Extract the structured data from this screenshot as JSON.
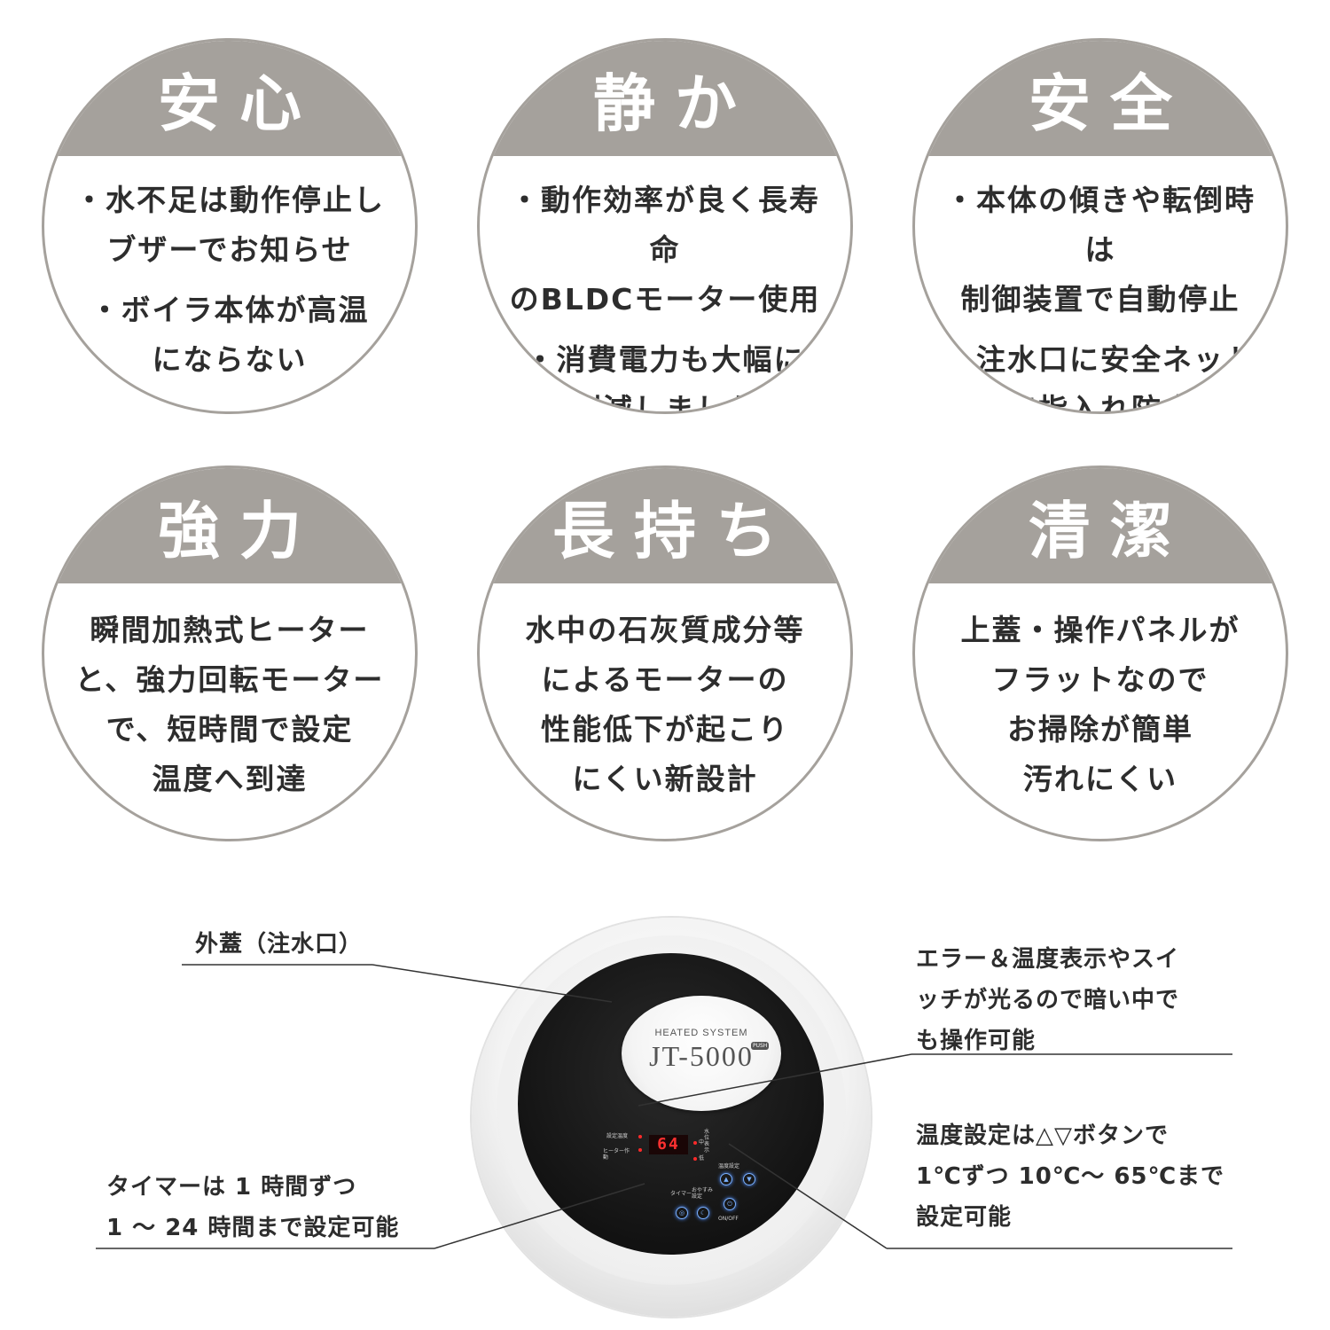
{
  "features": [
    {
      "title": "安心",
      "points": [
        "・水不足は動作停止し",
        "ブザーでお知らせ",
        "・ボイラ本体が高温",
        "にならない"
      ]
    },
    {
      "title": "静か",
      "points": [
        "・動作効率が良く長寿命",
        "のBLDCモーター使用",
        "・消費電力も大幅に",
        "削減しました"
      ]
    },
    {
      "title": "安全",
      "points": [
        "・本体の傾きや転倒時は",
        "制御装置で自動停止",
        "・注水口に安全ネット",
        "で指入れ防止"
      ]
    },
    {
      "title": "強力",
      "points": [
        "瞬間加熱式ヒーター",
        "と、強力回転モーター",
        "で、短時間で設定",
        "温度へ到達"
      ]
    },
    {
      "title": "長持ち",
      "points": [
        "水中の石灰質成分等",
        "によるモーターの",
        "性能低下が起こり",
        "にくい新設計"
      ]
    },
    {
      "title": "清潔",
      "points": [
        "上蓋・操作パネルが",
        "フラットなので",
        "お掃除が簡単",
        "汚れにくい"
      ]
    }
  ],
  "product": {
    "system_label": "HEATED SYSTEM",
    "model": "JT-5000",
    "push_label": "PUSH",
    "display_value": "64",
    "label_set_temp": "設定温度",
    "label_heater": "ヒーター作動",
    "label_water": "水位表示",
    "label_mid": "中",
    "label_low": "低",
    "label_temp_setting": "温度設定",
    "label_timer": "タイマー",
    "label_sleep": "おやすみ設定",
    "label_onoff": "ON/OFF"
  },
  "callouts": {
    "lid": "外蓋（注水口）",
    "display": [
      "エラー＆温度表示やスイ",
      "ッチが光るので暗い中で",
      "も操作可能"
    ],
    "temp": [
      "温度設定は△▽ボタンで",
      "1℃ずつ 10℃～ 65℃まで",
      "設定可能"
    ],
    "timer": [
      "タイマーは 1 時間ずつ",
      "1 ～ 24 時間まで設定可能"
    ]
  },
  "colors": {
    "circle_gray": "#a5a19c",
    "text": "#2d2d2d",
    "led_red": "#ff3030"
  }
}
